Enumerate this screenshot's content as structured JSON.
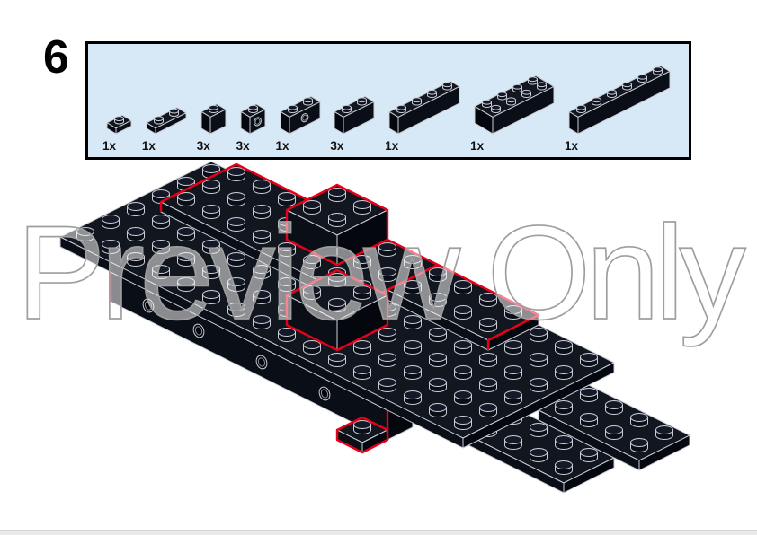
{
  "page": {
    "step_number": "6",
    "watermark": "Preview Only"
  },
  "parts_panel": {
    "parts": [
      {
        "qty": "1x",
        "name": "plate-1x1",
        "l": 1,
        "w": 1,
        "hp": 1
      },
      {
        "qty": "1x",
        "name": "plate-1x2",
        "l": 2,
        "w": 1,
        "hp": 1
      },
      {
        "qty": "3x",
        "name": "brick-1x1",
        "l": 1,
        "w": 1,
        "hp": 3
      },
      {
        "qty": "3x",
        "name": "brick-1x1-technic",
        "l": 1,
        "w": 1,
        "hp": 3,
        "holes": [
          0.5
        ]
      },
      {
        "qty": "1x",
        "name": "brick-1x2-technic",
        "l": 2,
        "w": 1,
        "hp": 3,
        "holes": [
          1
        ]
      },
      {
        "qty": "3x",
        "name": "brick-1x2",
        "l": 2,
        "w": 1,
        "hp": 3
      },
      {
        "qty": "1x",
        "name": "brick-1x4",
        "l": 4,
        "w": 1,
        "hp": 3
      },
      {
        "qty": "1x",
        "name": "brick-2x4",
        "l": 4,
        "w": 2,
        "hp": 3
      },
      {
        "qty": "1x",
        "name": "brick-1x6",
        "l": 6,
        "w": 1,
        "hp": 3
      }
    ]
  },
  "assembly": {
    "bricks": [
      {
        "name": "front-wall-technic-bricks",
        "u": 2,
        "v": 5,
        "l": 11,
        "w": 1,
        "z": 0,
        "h": 3,
        "holes": [
          1.5,
          3.5,
          6,
          8.5
        ],
        "highlight": "frontTop"
      },
      {
        "name": "new-plate-1x1",
        "u": 12,
        "v": 6,
        "l": 1,
        "w": 1,
        "z": 0,
        "h": 1,
        "studs": true,
        "highlight": "full"
      },
      {
        "name": "rear-plate-low",
        "u": 15,
        "v": 3,
        "l": 4,
        "w": 2,
        "z": 1,
        "h": 1,
        "studs": true
      },
      {
        "name": "rear-plate-high",
        "u": 16,
        "v": 1,
        "l": 4,
        "w": 2,
        "z": 2,
        "h": 1,
        "studs": true
      },
      {
        "name": "base-deck",
        "u": 0,
        "v": 0,
        "l": 16,
        "w": 6,
        "z": 3,
        "h": 1,
        "studs": true
      },
      {
        "name": "upper-plate-left",
        "u": 1,
        "v": 0,
        "l": 8,
        "w": 3,
        "z": 4,
        "h": 1,
        "studs": true,
        "highlight": "frontTop"
      },
      {
        "name": "upper-plate-mid",
        "u": 9,
        "v": 0,
        "l": 4,
        "w": 2,
        "z": 4,
        "h": 1,
        "studs": true,
        "highlight": "frontTop"
      },
      {
        "name": "new-front-brick",
        "u": 8,
        "v": 3,
        "l": 2,
        "w": 2,
        "z": 4,
        "h": 3,
        "studs": true,
        "highlight": "full"
      },
      {
        "name": "new-top-brick",
        "u": 5,
        "v": 0,
        "l": 2,
        "w": 2,
        "z": 5,
        "h": 3,
        "studs": true,
        "highlight": "full"
      }
    ]
  },
  "colors": {
    "brick_top": "#12161f",
    "brick_front": "#0a0e16",
    "brick_side": "#05070e",
    "stud_top": "#141827",
    "edge": "#c9ced6",
    "highlight_red": "#e8001a",
    "panel_bg": "#d7e9f7",
    "panel_border": "#000000",
    "watermark_stroke": "#9e9e9e",
    "bottom_bar": "#e9e9e9"
  }
}
